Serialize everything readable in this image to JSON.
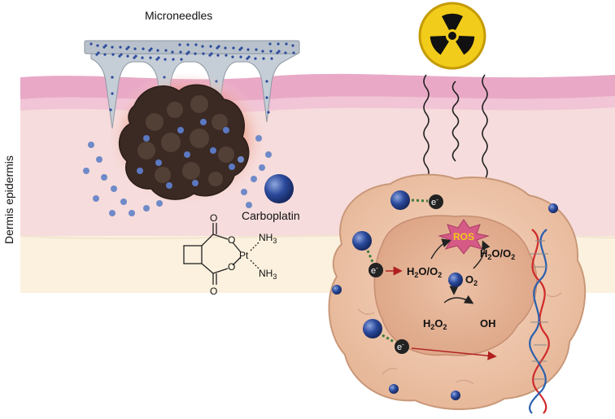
{
  "labels": {
    "microneedles": "Microneedles",
    "carboplatin": "Carboplatin",
    "dermis_epidermis": "Dermis epidermis"
  },
  "molecule": {
    "pt": "Pt",
    "o1": "O",
    "o2": "O",
    "o3": "O",
    "o4": "O",
    "nh3_top": "NH",
    "nh3_bottom": "NH",
    "sub3": "3"
  },
  "cell": {
    "ros": "ROS",
    "electron": "e",
    "electron_sign": "-",
    "h2o_o2_left": "H2O/O2",
    "h2o_o2_right": "H2O/O2",
    "o2": "O2",
    "h2o2": "H2O2",
    "oh": "OH"
  },
  "colors": {
    "skin_top": "#e9a9c6",
    "skin_pink": "#f6dcdc",
    "skin_beige": "#fbf1de",
    "tumor": "#3b2a23",
    "tumor_glow": "#e1683a",
    "drug_blue": "#2b4a9c",
    "cell_body": "#f0c8ae",
    "nucleus": "#e7b197",
    "radiation_yellow": "#f2cc1a",
    "ros_star": "#d65a86",
    "dna_red": "#cf2a2a",
    "dna_blue": "#2a5fae"
  }
}
